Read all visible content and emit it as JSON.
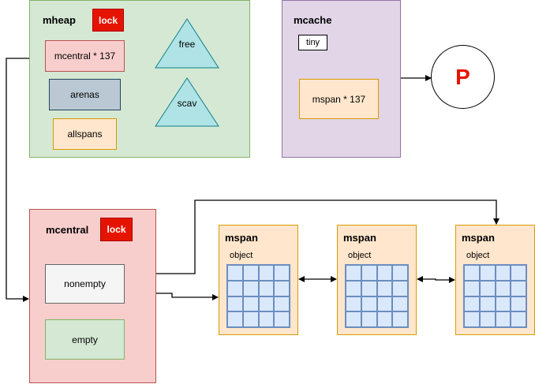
{
  "mheap": {
    "title": "mheap",
    "lock": "lock",
    "mcentral_label": "mcentral * 137",
    "arenas": "arenas",
    "allspans": "allspans",
    "free": "free",
    "scav": "scav"
  },
  "mcache": {
    "title": "mcache",
    "tiny": "tiny",
    "mspan_label": "mspan * 137"
  },
  "p": {
    "label": "P"
  },
  "mcentral": {
    "title": "mcentral",
    "lock": "lock",
    "nonempty": "nonempty",
    "empty": "empty"
  },
  "mspans": [
    {
      "title": "mspan",
      "object": "object"
    },
    {
      "title": "mspan",
      "object": "object"
    },
    {
      "title": "mspan",
      "object": "object"
    }
  ],
  "colors": {
    "green_fill": "#d5e8d4",
    "green_stroke": "#82b366",
    "pink_fill": "#f8cecc",
    "pink_stroke": "#b85450",
    "orange_fill": "#ffe6cc",
    "orange_stroke": "#d79b00",
    "purple_fill": "#e1d5e7",
    "purple_stroke": "#9673a6",
    "blue_fill": "#dae8fc",
    "blue_stroke": "#6c8ebf",
    "teal_fill": "#b0e3e6",
    "teal_stroke": "#0e8088",
    "slate_fill": "#bac8d3",
    "slate_stroke": "#23445d",
    "lock_red": "#e51400"
  }
}
